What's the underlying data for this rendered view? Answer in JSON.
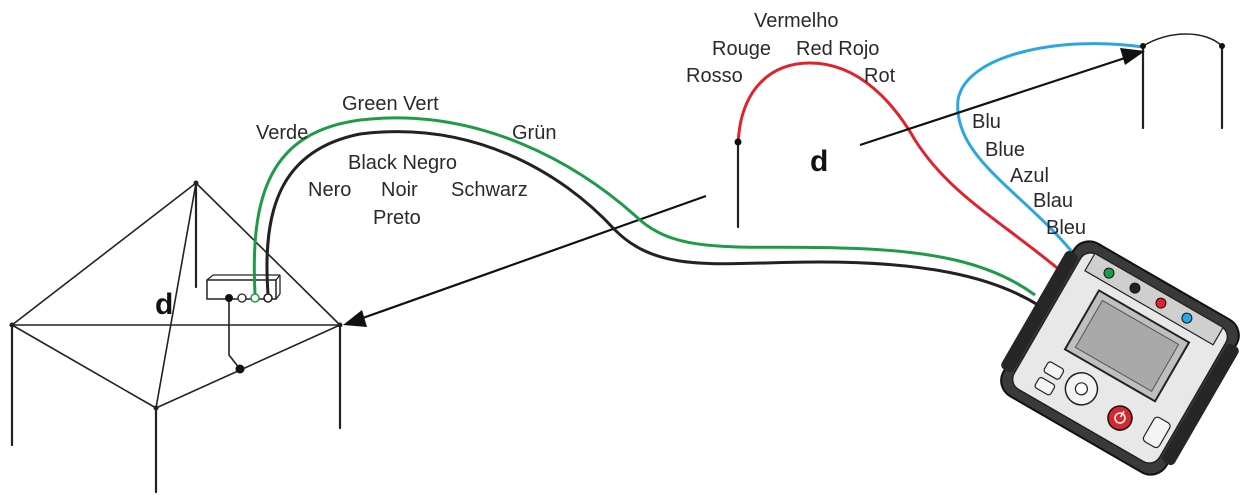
{
  "labels": {
    "red": [
      "Vermelho",
      "Rouge",
      "Red Rojo",
      "Rosso",
      "Rot"
    ],
    "green": [
      "Green Vert",
      "Verde",
      "Grün"
    ],
    "black": [
      "Black Negro",
      "Nero",
      "Noir",
      "Schwarz",
      "Preto"
    ],
    "blue": [
      "Blu",
      "Blue",
      "Azul",
      "Blau",
      "Bleu"
    ],
    "distance_left": "d",
    "distance_right": "d"
  },
  "colors": {
    "red_lead": "#e0222a",
    "green_lead": "#1f9b48",
    "black_lead": "#222222",
    "blue_lead": "#2aa7e3",
    "instrument_body": "#3a3a3a"
  },
  "icons": {
    "instrument": "earth-resistance-tester-icon",
    "power": "power-button-icon"
  }
}
